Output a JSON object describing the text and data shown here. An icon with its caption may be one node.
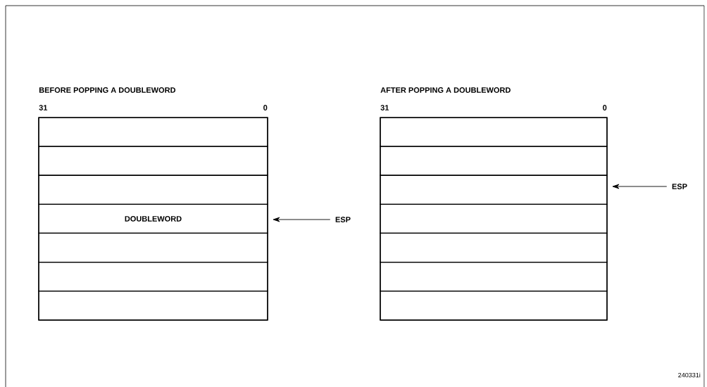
{
  "diagram": {
    "nodes": [
      {
        "text": [
          "BEFORE POPPING A DOUBLEWORD"
        ]
      },
      {
        "text": [],
        "shape": "box",
        "in": 0
      },
      {
        "text": [],
        "shape": "box",
        "in": 0
      },
      {
        "text": [],
        "shape": "box",
        "in": 0
      },
      {
        "text": [
          "DOUBLEWORD"
        ],
        "in": 0
      },
      {
        "text": [],
        "shape": "box",
        "in": 0
      },
      {
        "text": [],
        "shape": "box",
        "in": 0
      },
      {
        "text": [],
        "shape": "box",
        "in": 0
      },
      {
        "text": [
          "ESP"
        ]
      },
      {
        "text": [
          "AFTER POPPING A DOUBLEWORD"
        ]
      },
      {
        "text": [],
        "shape": "box",
        "in": 9
      },
      {
        "text": [],
        "shape": "box",
        "in": 9
      },
      {
        "text": [],
        "shape": "box",
        "in": 9
      },
      {
        "text": [],
        "shape": "box",
        "in": 9
      },
      {
        "text": [],
        "shape": "box",
        "in": 9
      },
      {
        "text": [],
        "shape": "box",
        "in": 9
      },
      {
        "text": [],
        "shape": "box",
        "in": 9
      },
      {
        "text": [
          "ESP"
        ]
      }
    ],
    "edges": [
      {
        "from": 8,
        "to": 4,
        "arrow": "to"
      },
      {
        "from": 17,
        "to": 12,
        "arrow": "to"
      }
    ],
    "labels": [
      "31",
      "0",
      "31",
      "0",
      "240331i"
    ]
  }
}
